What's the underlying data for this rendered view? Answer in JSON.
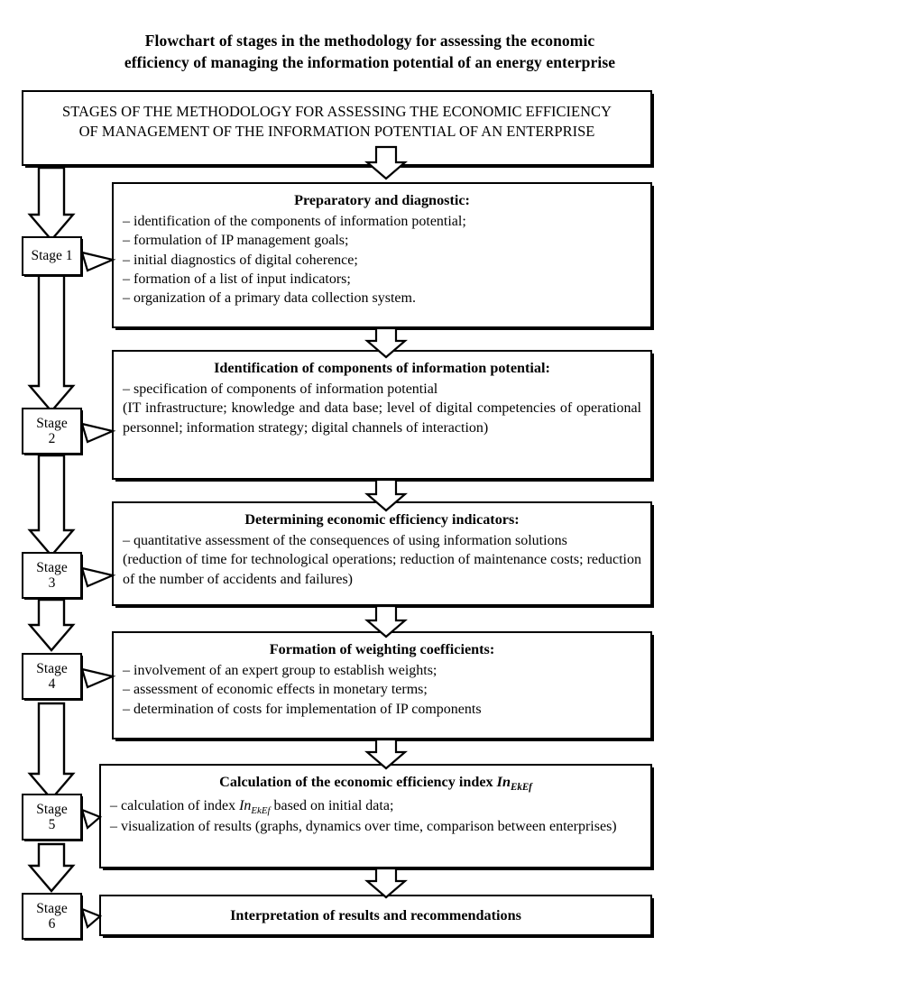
{
  "title": {
    "line1": "Flowchart of stages in the methodology for assessing the economic",
    "line2": "efficiency of managing the information potential of an energy enterprise"
  },
  "header_box": {
    "line1": "STAGES OF THE METHODOLOGY FOR ASSESSING THE ECONOMIC EFFICIENCY",
    "line2": "OF MANAGEMENT OF THE INFORMATION POTENTIAL OF AN ENTERPRISE"
  },
  "stages": [
    {
      "tag_line1": "Stage 1",
      "tag_line2": "",
      "heading": "Preparatory and diagnostic:",
      "lines": [
        "– identification of the components of information potential;",
        "– formulation of IP management goals;",
        "– initial diagnostics of digital coherence;",
        "– formation of a list of input indicators;",
        "– organization of a primary data collection system."
      ]
    },
    {
      "tag_line1": "Stage",
      "tag_line2": "2",
      "heading": "Identification of components of information potential:",
      "lines": [
        "– specification of components of information potential",
        "(IT infrastructure; knowledge and data base; level of digital competencies of operational personnel; information strategy; digital channels of interaction)"
      ]
    },
    {
      "tag_line1": "Stage",
      "tag_line2": "3",
      "heading": "Determining economic efficiency indicators:",
      "lines": [
        "– quantitative assessment of the consequences of using information solutions",
        "(reduction of time for technological operations; reduction of maintenance costs; reduction of the number of accidents and failures)"
      ]
    },
    {
      "tag_line1": "Stage",
      "tag_line2": "4",
      "heading": "Formation of weighting coefficients:",
      "lines": [
        "– involvement of an expert group to establish weights;",
        "– assessment of economic effects in monetary terms;",
        "– determination of costs for implementation of IP components"
      ]
    },
    {
      "tag_line1": "Stage",
      "tag_line2": "5",
      "heading_prefix": "Calculation of the economic efficiency index ",
      "index_symbol": "In",
      "index_subscript": "EkEf",
      "line_a_prefix": "– calculation of index ",
      "line_a_suffix": " based on initial data;",
      "line_b": "– visualization of results (graphs, dynamics over time, comparison between enterprises)"
    },
    {
      "tag_line1": "Stage",
      "tag_line2": "6",
      "heading": "Interpretation of results and recommendations"
    }
  ]
}
